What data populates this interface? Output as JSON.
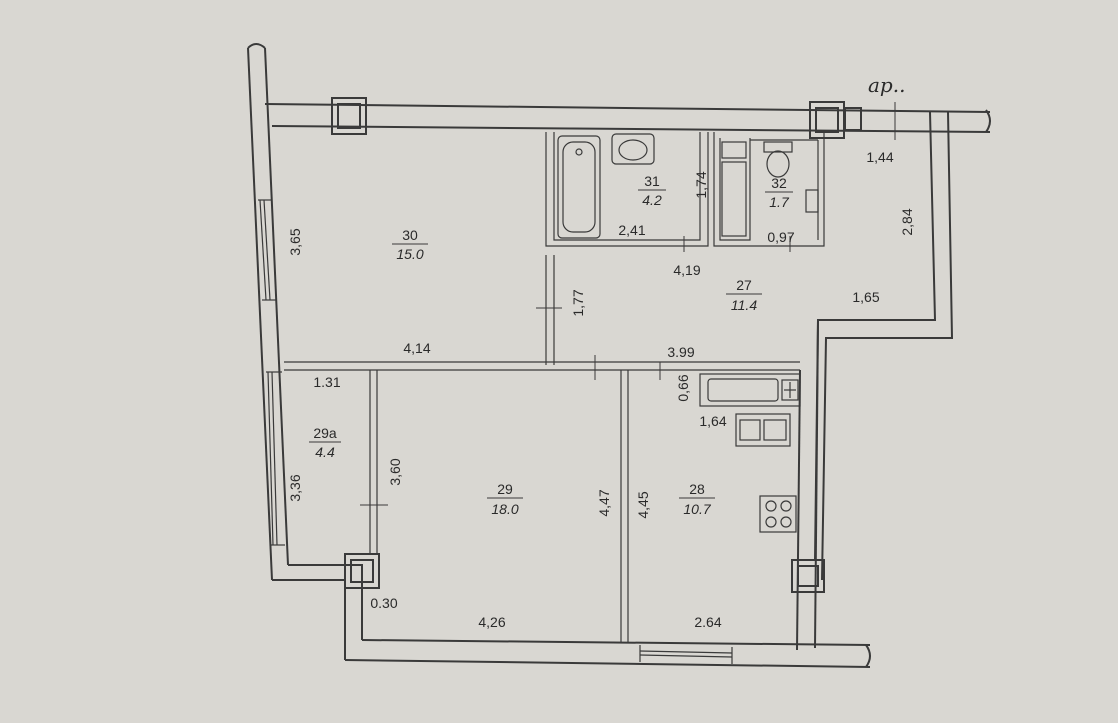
{
  "annotation": {
    "corner_note": "ар.."
  },
  "rooms": [
    {
      "id": "r30",
      "number": "30",
      "area": "15.0"
    },
    {
      "id": "r31",
      "number": "31",
      "area": "4.2"
    },
    {
      "id": "r32",
      "number": "32",
      "area": "1.7"
    },
    {
      "id": "r27",
      "number": "27",
      "area": "11.4"
    },
    {
      "id": "r29a",
      "number": "29а",
      "area": "4.4"
    },
    {
      "id": "r29",
      "number": "29",
      "area": "18.0"
    },
    {
      "id": "r28",
      "number": "28",
      "area": "10.7"
    }
  ],
  "dimensions": [
    {
      "id": "d1",
      "value": "1,44"
    },
    {
      "id": "d2",
      "value": "3,65"
    },
    {
      "id": "d3",
      "value": "1,74"
    },
    {
      "id": "d4",
      "value": "2,41"
    },
    {
      "id": "d5",
      "value": "0,97"
    },
    {
      "id": "d6",
      "value": "2,84"
    },
    {
      "id": "d7",
      "value": "4,19"
    },
    {
      "id": "d8",
      "value": "1,77"
    },
    {
      "id": "d9",
      "value": "1,65"
    },
    {
      "id": "d10",
      "value": "4,14"
    },
    {
      "id": "d11",
      "value": "3.99"
    },
    {
      "id": "d12",
      "value": "1.31"
    },
    {
      "id": "d13",
      "value": "0,66"
    },
    {
      "id": "d14",
      "value": "1,64"
    },
    {
      "id": "d15",
      "value": "3,60"
    },
    {
      "id": "d16",
      "value": "3,36"
    },
    {
      "id": "d17",
      "value": "4,47"
    },
    {
      "id": "d18",
      "value": "4,45"
    },
    {
      "id": "d19",
      "value": "0.30"
    },
    {
      "id": "d20",
      "value": "4,26"
    },
    {
      "id": "d21",
      "value": "2.64"
    }
  ]
}
